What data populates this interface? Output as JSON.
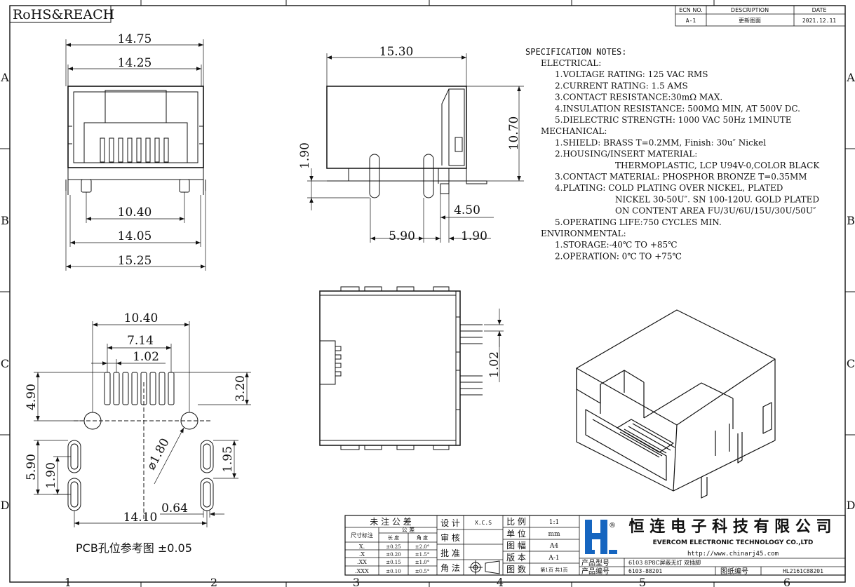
{
  "header": {
    "rohs": "RoHS&REACH",
    "revision_table": {
      "headers": [
        "ECN NO.",
        "DESCRIPTION",
        "DATE"
      ],
      "row": [
        "A-1",
        "更新图面",
        "2021.12.11"
      ]
    }
  },
  "border": {
    "columns": [
      "1",
      "2",
      "3",
      "4",
      "5",
      "6"
    ],
    "rows": [
      "A",
      "B",
      "C",
      "D"
    ]
  },
  "front_view": {
    "dims": [
      "14.75",
      "14.25",
      "10.40",
      "14.05",
      "15.25"
    ]
  },
  "side_view": {
    "dims": [
      "15.30",
      "10.70",
      "1.90",
      "4.50",
      "5.90",
      "1.90"
    ]
  },
  "bottom_view": {
    "dims": [
      "1.02"
    ]
  },
  "pcb": {
    "dims": [
      "10.40",
      "7.14",
      "1.02",
      "4.90",
      "3.20",
      "5.90",
      "1.90",
      "1.95",
      "0.64",
      "14.10"
    ],
    "diameter": "⌀1.80",
    "caption": "PCB孔位参考图 ±0.05"
  },
  "spec": {
    "title": "SPECIFICATION NOTES:",
    "lines": [
      {
        "indent": 1,
        "text": "ELECTRICAL:"
      },
      {
        "indent": 2,
        "text": "1.VOLTAGE RATING: 125 VAC RMS"
      },
      {
        "indent": 2,
        "text": "2.CURRENT RATING: 1.5 AMS"
      },
      {
        "indent": 2,
        "text": "3.CONTACT RESISTANCE:30mΩ MAX."
      },
      {
        "indent": 2,
        "text": "4.INSULATION RESISTANCE: 500MΩ MIN, AT 500V DC."
      },
      {
        "indent": 2,
        "text": "5.DIELECTRIC STRENGTH: 1000 VAC 50Hz 1MINUTE"
      },
      {
        "indent": 1,
        "text": "MECHANICAL:"
      },
      {
        "indent": 2,
        "text": "1.SHIELD: BRASS T=0.2MM, Finish: 30u″ Nickel"
      },
      {
        "indent": 2,
        "text": "2.HOUSING/INSERT MATERIAL:"
      },
      {
        "indent": 3,
        "text": "THERMOPLASTIC, LCP U94V-0,COLOR BLACK"
      },
      {
        "indent": 2,
        "text": "3.CONTACT MATERIAL: PHOSPHOR BRONZE T=0.35MM"
      },
      {
        "indent": 2,
        "text": "4.PLATING: COLD PLATING OVER NICKEL, PLATED"
      },
      {
        "indent": 3,
        "text": "NICKEL 30-50U″. SN 100-120U. GOLD PLATED"
      },
      {
        "indent": 3,
        "text": "ON CONTENT AREA FU/3U/6U/15U/30U/50U″"
      },
      {
        "indent": 2,
        "text": "5.OPERATING LIFE:750 CYCLES MIN."
      },
      {
        "indent": 1,
        "text": "ENVIRONMENTAL:"
      },
      {
        "indent": 2,
        "text": "1.STORAGE:-40℃ TO +85℃"
      },
      {
        "indent": 2,
        "text": "2.OPERATION: 0℃ TO +75℃"
      }
    ]
  },
  "title_block": {
    "tolerance": {
      "title": "未 注 公 差",
      "label": "尺寸标注",
      "sub_title": "公 差",
      "sub_headers": [
        "长 度",
        "角 度"
      ],
      "rows": [
        [
          "X.",
          "±0.25",
          "±2.0°"
        ],
        [
          ".X",
          "±0.20",
          "±1.5°"
        ],
        [
          ".XX",
          "±0.15",
          "±1.0°"
        ],
        [
          ".XXX",
          "±0.10",
          "±0.5°"
        ]
      ]
    },
    "approvals": [
      {
        "label": "设 计",
        "value": "X.C.S"
      },
      {
        "label": "审 核",
        "value": ""
      },
      {
        "label": "批 准",
        "value": ""
      },
      {
        "label": "角 法",
        "value": ""
      }
    ],
    "props": [
      {
        "label": "比 例",
        "value": "1:1"
      },
      {
        "label": "单 位",
        "value": "mm"
      },
      {
        "label": "图 幅",
        "value": "A4"
      },
      {
        "label": "版 本",
        "value": "A-1"
      },
      {
        "label": "图 数",
        "value": "第1页 共1页"
      }
    ],
    "company_cn": "恒 连 电 子 科 技 有 限 公 司",
    "company_en": "EVERCOM ELECTRONIC TECHNOLOGY CO.,LTD",
    "url": "http://www.chinarj45.com",
    "logo_mark": "®",
    "product_model_label": "产品型号",
    "product_model": "6103 8P8C屏蔽无灯 双插脚",
    "product_no_label": "产品编号",
    "product_no": "6103-88201",
    "drawing_no_label": "图纸编号",
    "drawing_no": "HL2161C88201"
  },
  "colors": {
    "ink": "#111111",
    "logo_blue": "#1565c0"
  }
}
